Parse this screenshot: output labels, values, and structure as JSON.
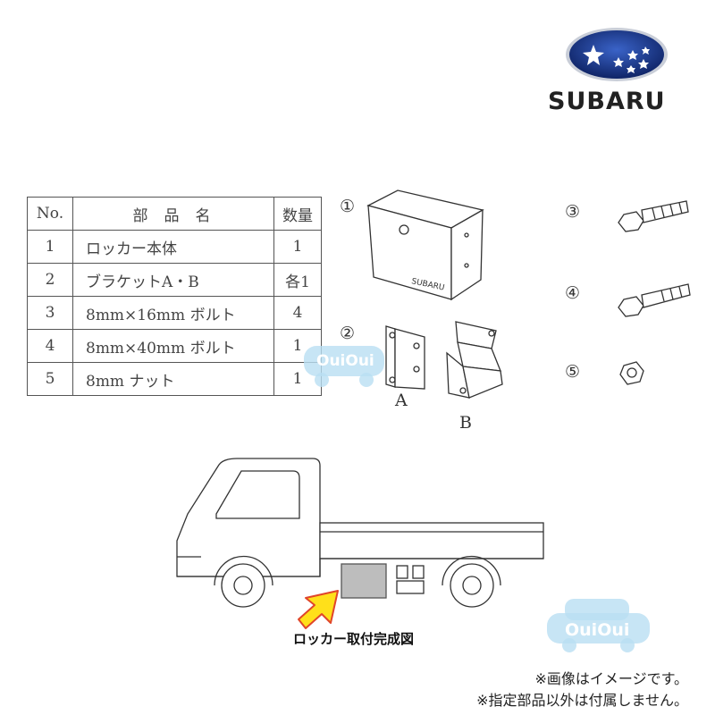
{
  "brand": {
    "name": "SUBARU",
    "logo": "subaru-pleiades-logo"
  },
  "parts_table": {
    "headers": [
      "No.",
      "部品名",
      "数量"
    ],
    "rows": [
      {
        "no": "1",
        "name": "ロッカー本体",
        "qty": "1"
      },
      {
        "no": "2",
        "name": "ブラケットA・B",
        "qty": "各1"
      },
      {
        "no": "3",
        "name": "8mm×16mm ボルト",
        "qty": "4"
      },
      {
        "no": "4",
        "name": "8mm×40mm ボルト",
        "qty": "1"
      },
      {
        "no": "5",
        "name": "8mm ナット",
        "qty": "1"
      }
    ]
  },
  "diagram": {
    "markers": [
      "①",
      "②",
      "③",
      "④",
      "⑤"
    ],
    "bracket_labels": [
      "A",
      "B"
    ],
    "caption": "ロッカー取付完成図"
  },
  "watermark": "OuiOui",
  "notes": [
    "※画像はイメージです。",
    "※指定部品以外は付属しません。"
  ],
  "colors": {
    "logo_blue": "#1d3a8a",
    "arrow_yellow": "#ffe01a",
    "arrow_outline": "#e0452a",
    "watermark": "#b9dff2"
  }
}
